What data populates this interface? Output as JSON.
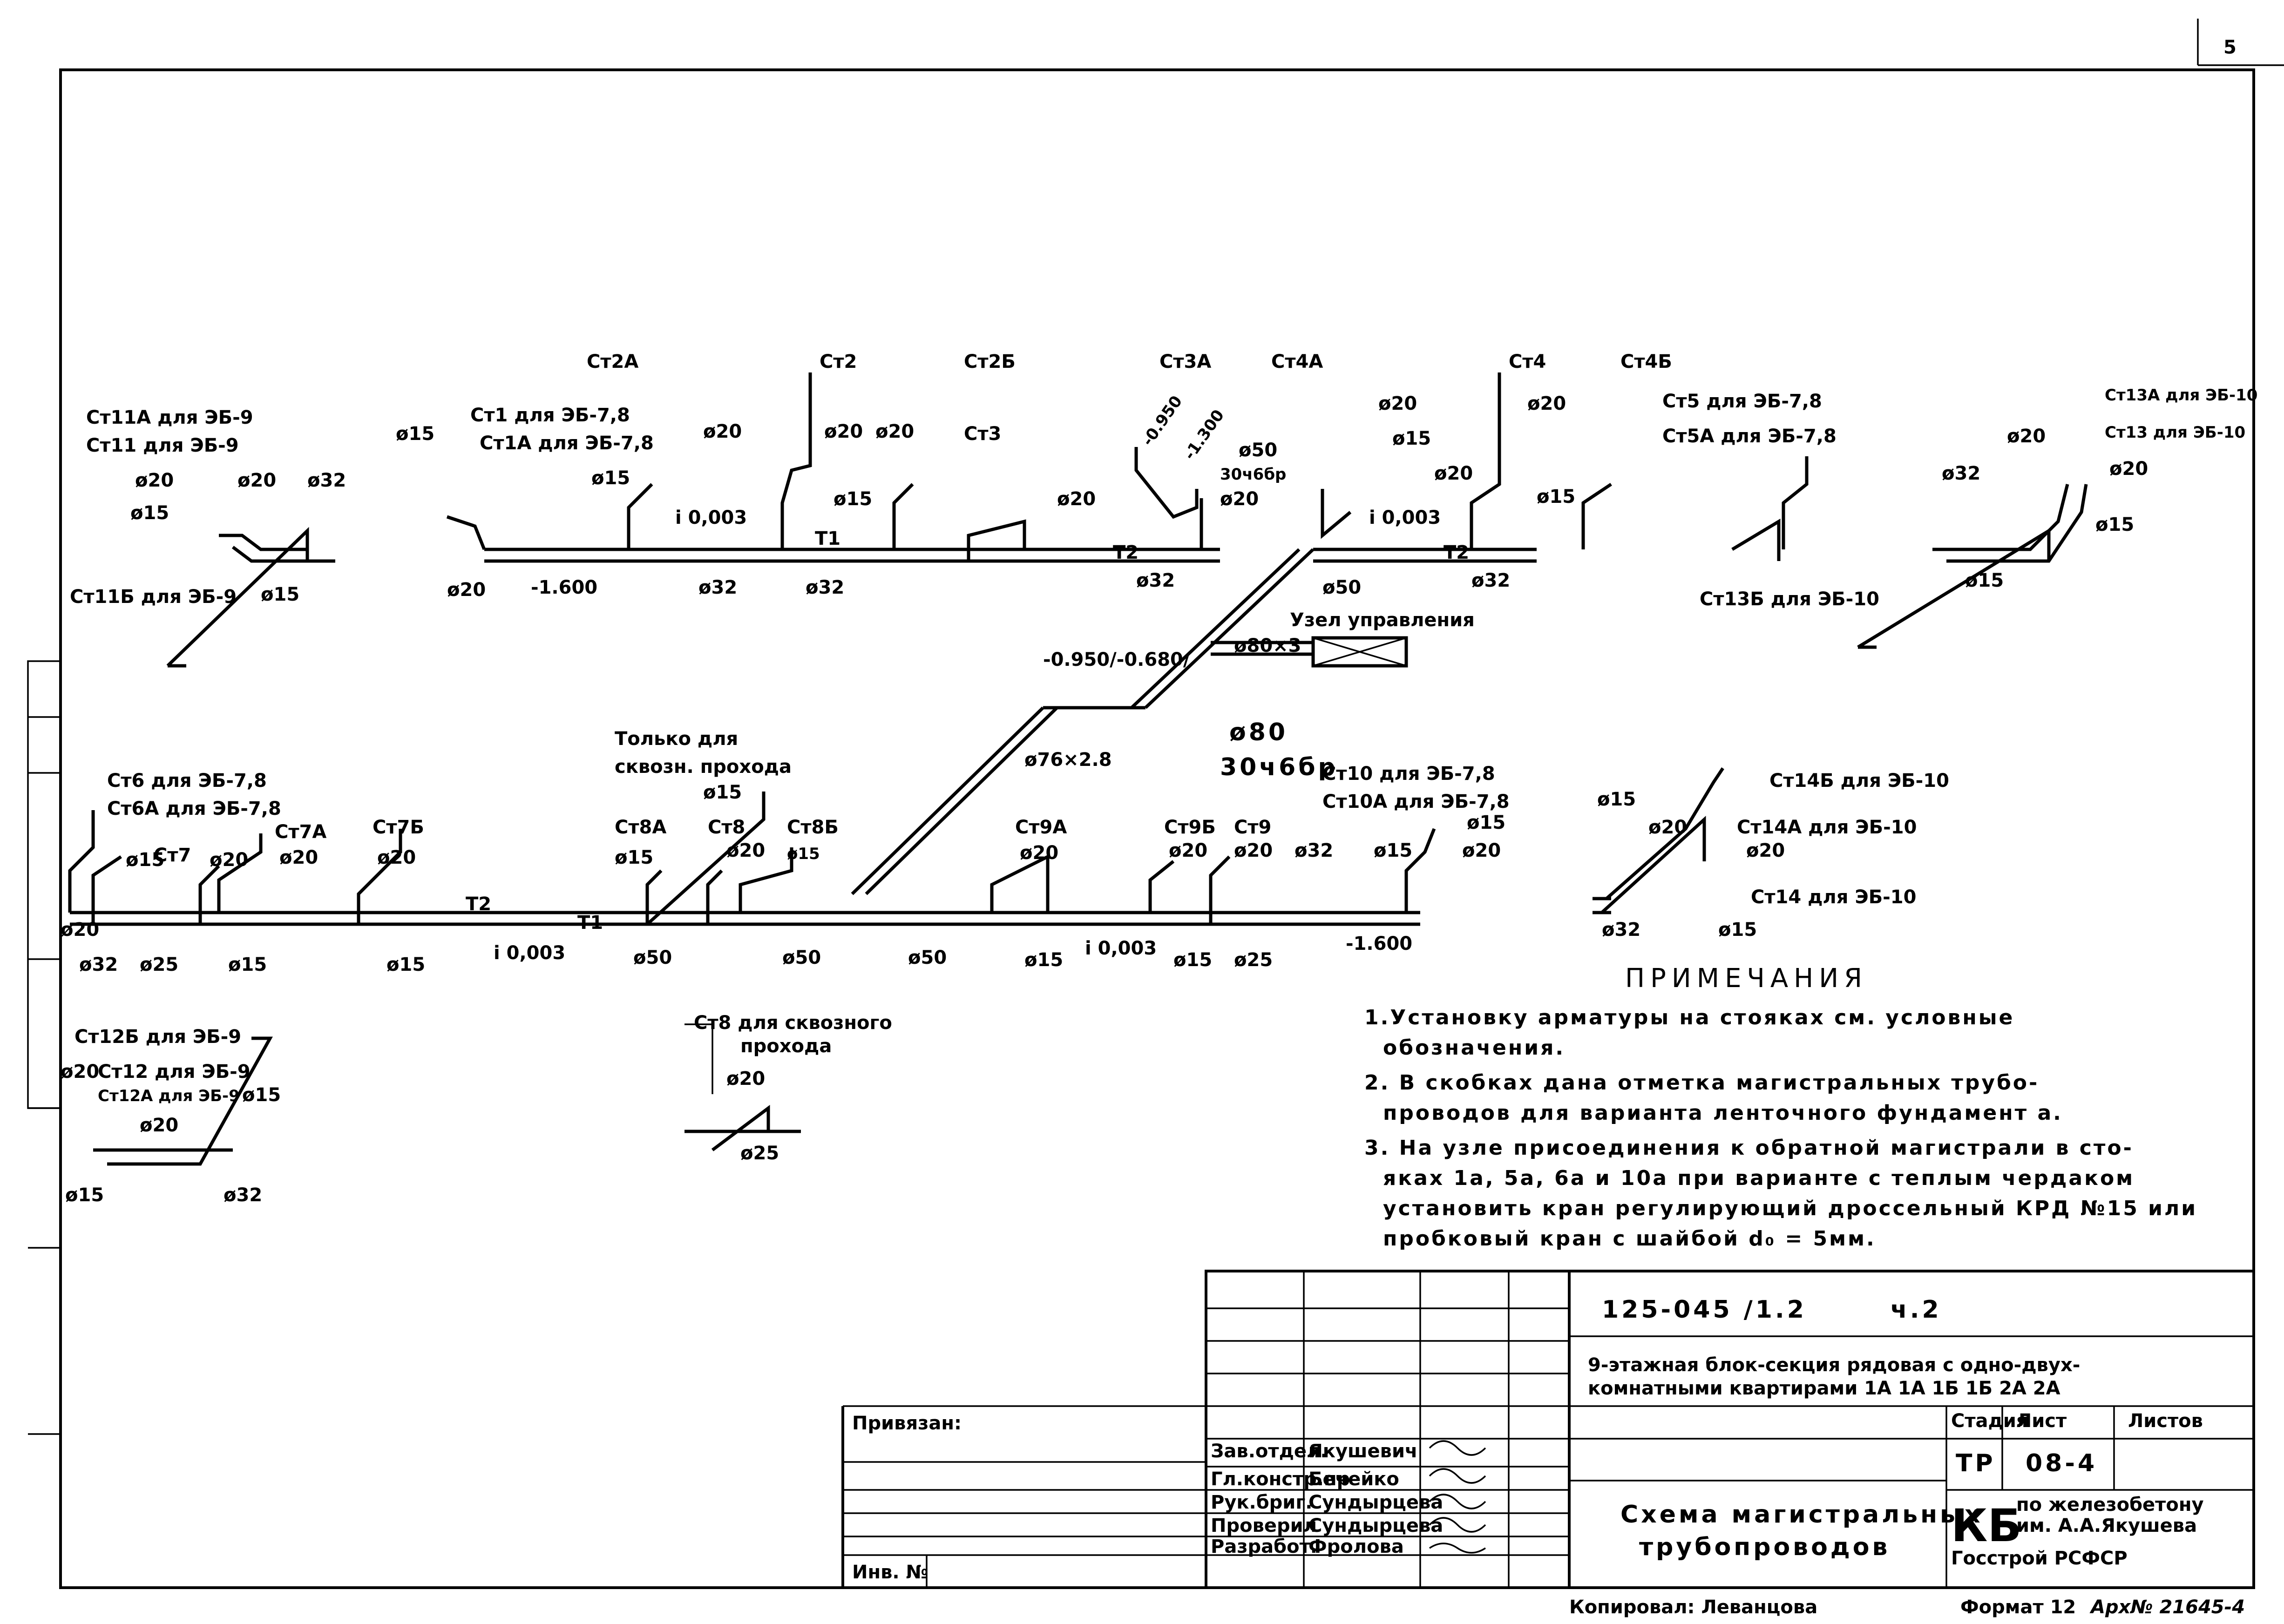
{
  "sheet": {
    "page_number": "5",
    "note_title": "ПРИМЕЧАНИЯ",
    "notes": [
      "1.Установку арматуры на стояках см. условные",
      "обозначения.",
      "2. В скобках дана отметка магистральных трубо-",
      "проводов для варианта ленточного фундамент а.",
      "3. На узле присоединения к обратной магистрали в сто-",
      "яках 1а, 5а, 6а и 10а при варианте с теплым чердаком",
      "установить кран регулирующий дроссельный КРД №15 или",
      "пробковый кран с шайбой d₀ = 5мм."
    ]
  },
  "diagram": {
    "riser_labels": [
      "Ст11А для ЭБ-9",
      "Ст11 для ЭБ-9",
      "Ст11Б для ЭБ-9",
      "Ст2А",
      "Ст1 для ЭБ-7,8",
      "Ст1А для ЭБ-7,8",
      "Ст2",
      "Ст2Б",
      "Ст3",
      "Ст3А",
      "Ст4А",
      "Ст4",
      "Ст4Б",
      "Ст5 для ЭБ-7,8",
      "Ст5А для ЭБ-7,8",
      "Ст13А для ЭБ-10",
      "Ст13 для ЭБ-10",
      "Ст13Б для ЭБ-10",
      "Ст6 для ЭБ-7,8",
      "Ст6А для ЭБ-7,8",
      "Ст7",
      "Ст7А",
      "Ст7Б",
      "Ст8А",
      "Ст8",
      "Ст8Б",
      "Ст9А",
      "Ст9Б",
      "Ст9",
      "Ст10 для ЭБ-7,8",
      "Ст10А для ЭБ-7,8",
      "Ст14Б для ЭБ-10",
      "Ст14А для ЭБ-10",
      "Ст14 для ЭБ-10",
      "Ст12Б для ЭБ-9",
      "Ст12 для ЭБ-9",
      "Ст12А для ЭБ-9",
      "Ст8 для сквозного",
      "прохода",
      "Только для",
      "сквозн. прохода"
    ],
    "diameters": [
      "ø15",
      "ø20",
      "ø25",
      "ø32",
      "ø50",
      "ø80",
      "ø76×2.8",
      "ø80×3"
    ],
    "marks": [
      "-1.600",
      "-0.950",
      "-1.300",
      "-0.950/-0.680/",
      "i 0,003"
    ],
    "valve": "30ч6бр",
    "control_unit": "Узел управления",
    "pipe_t1": "Т1",
    "pipe_t2": "Т2"
  },
  "title_block": {
    "doc_code": "125-045 /1.2",
    "part": "ч.2",
    "project_title_1": "9-этажная блок-секция рядовая с одно-двух-",
    "project_title_2": "комнатными квартирами 1А 1А 1Б 1Б 2А 2А",
    "attached": "Привязан:",
    "inv_no": "Инв. №",
    "stage_h": "Стадия",
    "sheet_h": "Лист",
    "sheets_h": "Листов",
    "stage": "ТР",
    "sheet": "08-4",
    "drawing_title_1": "Схема магистральных",
    "drawing_title_2": "трубопроводов",
    "org_code": "КБ",
    "org_1": "по железобетону",
    "org_2": "им. А.А.Якушева",
    "org_3": "Госстрой РСФСР",
    "roles": [
      {
        "role": "Зав.отдел.",
        "name": "Якушевич"
      },
      {
        "role": "Гл.констр.пр",
        "name": "Бечейко"
      },
      {
        "role": "Рук.бриг.",
        "name": "Сундырцева"
      },
      {
        "role": "Проверил",
        "name": "Сундырцева"
      },
      {
        "role": "Разработ.",
        "name": "Фролова"
      }
    ],
    "copied": "Копировал: Леванцова",
    "format": "Формат 12",
    "archive": "Арх№ 21645-4"
  }
}
